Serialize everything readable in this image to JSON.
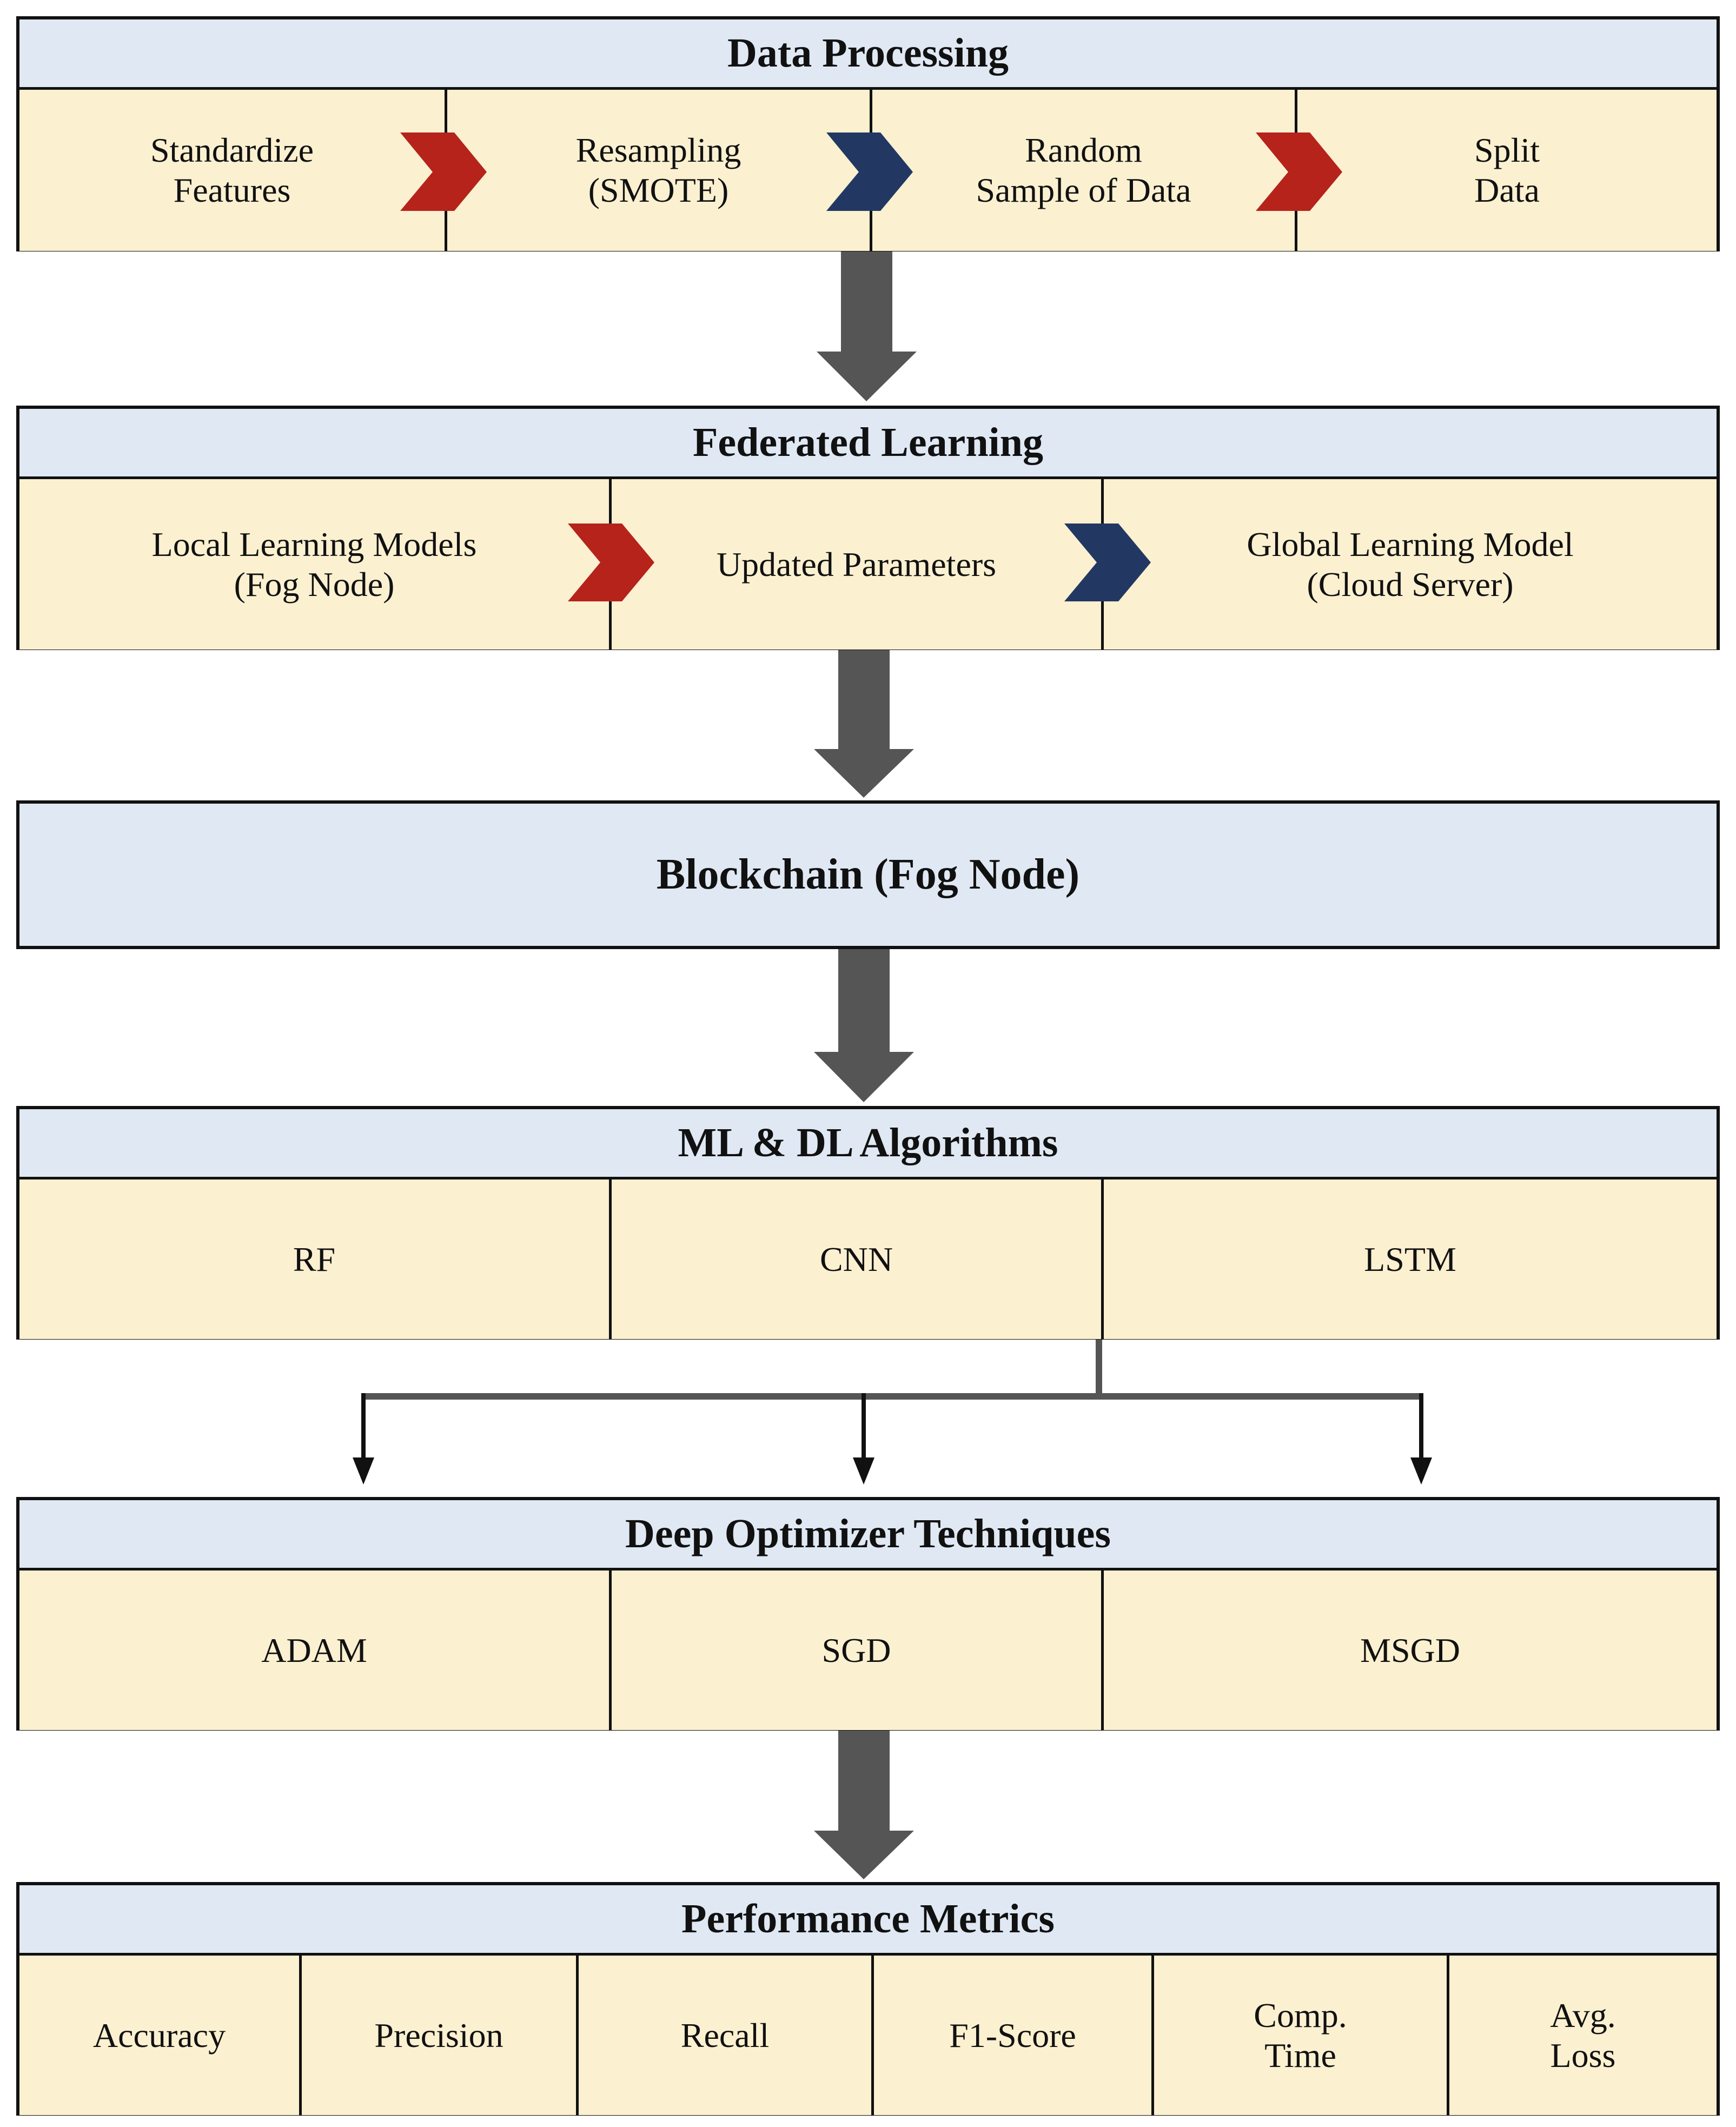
{
  "data_processing": {
    "title": "Data Processing",
    "steps": [
      "Standardize\nFeatures",
      "Resampling\n(SMOTE)",
      "Random\nSample of Data",
      "Split\nData"
    ]
  },
  "federated_learning": {
    "title": "Federated Learning",
    "steps": [
      "Local Learning Models\n(Fog Node)",
      "Updated Parameters",
      "Global Learning Model\n(Cloud Server)"
    ]
  },
  "blockchain": {
    "title": "Blockchain (Fog Node)"
  },
  "algorithms": {
    "title": "ML & DL Algorithms",
    "items": [
      "RF",
      "CNN",
      "LSTM"
    ]
  },
  "optimizers": {
    "title": "Deep Optimizer Techniques",
    "items": [
      "ADAM",
      "SGD",
      "MSGD"
    ]
  },
  "metrics": {
    "title": "Performance Metrics",
    "items": [
      "Accuracy",
      "Precision",
      "Recall",
      "F1-Score",
      "Comp.\nTime",
      "Avg.\nLoss"
    ]
  },
  "colors": {
    "header_fill": "#dfe8f3",
    "cell_fill": "#fbf0d0",
    "chevron_red": "#b5231b",
    "chevron_blue": "#223863",
    "arrow_gray": "#555555"
  }
}
